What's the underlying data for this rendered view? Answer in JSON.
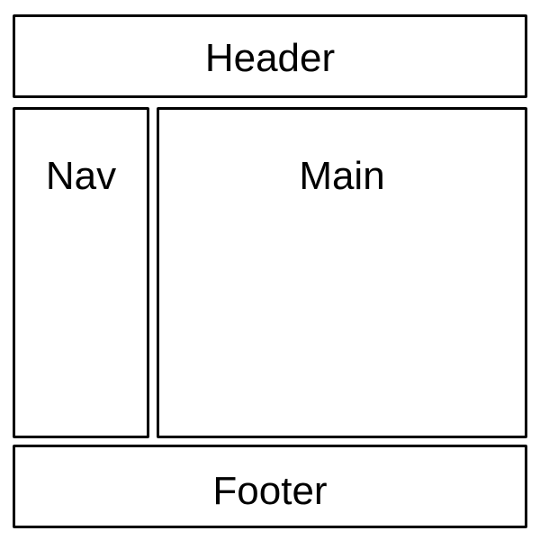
{
  "layout": {
    "header": {
      "label": "Header"
    },
    "nav": {
      "label": "Nav"
    },
    "main": {
      "label": "Main"
    },
    "footer": {
      "label": "Footer"
    }
  },
  "colors": {
    "border": "#000000",
    "background": "#ffffff",
    "text": "#000000"
  }
}
